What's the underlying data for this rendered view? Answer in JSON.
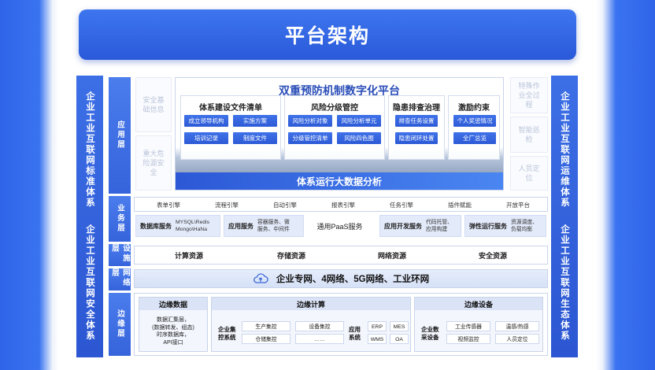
{
  "title": "平台架构",
  "side_left": {
    "top": "企业工业互联网标准体系",
    "bottom": "企业工业互联网安全体系"
  },
  "side_right": {
    "top": "企业工业互联网运维体系",
    "bottom": "企业工业互联网生态体系"
  },
  "layers": {
    "app": "应用层",
    "biz": "业务层",
    "infra": "设施层",
    "network": "网络层",
    "edge": "边缘层"
  },
  "ghost_left": [
    "安全基础信息",
    "重大危险源安全"
  ],
  "ghost_right": [
    "特殊作业全过程",
    "智能巡检",
    "人员定位"
  ],
  "platform_title": "双重预防机制数字化平台",
  "bigdata_label": "体系运行大数据分析",
  "modules": [
    {
      "title": "体系建设文件清单",
      "items": [
        "成立领导机构",
        "实施方案",
        "培训记录",
        "制度文件"
      ]
    },
    {
      "title": "风险分级管控",
      "items": [
        "风险分析对象",
        "风险分析单元",
        "分级管控清单",
        "风险四色图"
      ]
    },
    {
      "title": "隐患排查治理",
      "items": [
        "排查任务设置",
        "隐患闭环处置"
      ]
    },
    {
      "title": "激励约束",
      "items": [
        "个人奖惩情况",
        "全厂总览"
      ]
    }
  ],
  "engines": [
    "表单引擎",
    "流程引擎",
    "自动引擎",
    "报表引擎",
    "任务引擎",
    "插件赋能",
    "开放平台"
  ],
  "services": [
    {
      "name": "数据库服务",
      "detail": [
        "MYSQL\\Redis",
        "Mongo\\HaNa"
      ]
    },
    {
      "name": "应用服务",
      "detail": [
        "容器服务、微",
        "服务、中间件"
      ]
    },
    {
      "name": "通用PaaS服务",
      "detail": []
    },
    {
      "name": "应用开发服务",
      "detail": [
        "代码托管、",
        "应用构建"
      ]
    },
    {
      "name": "弹性运行服务",
      "detail": [
        "资源调度、",
        "负载均衡"
      ]
    }
  ],
  "resources": [
    "计算资源",
    "存储资源",
    "网络资源",
    "安全资源"
  ],
  "network_text": "企业专网、4网络、5G网络、工业环网",
  "edge": {
    "data": {
      "title": "边缘数据",
      "lines": [
        "数据汇集层，",
        "(数据转发、组态)",
        "时序数据库，",
        "API接口"
      ]
    },
    "compute": {
      "title": "边缘计算",
      "ctrl_label": "企业集控系统",
      "ctrl_items": [
        "生产集控",
        "设备集控",
        "仓储集控",
        "……"
      ],
      "app_label": "应用系统",
      "app_items": [
        "ERP",
        "MES",
        "WMS",
        "OA"
      ]
    },
    "device": {
      "title": "边缘设备",
      "label": "企业数采设备",
      "items": [
        "工业传感器",
        "温感/热感",
        "视频监控",
        "人员定位"
      ]
    }
  }
}
